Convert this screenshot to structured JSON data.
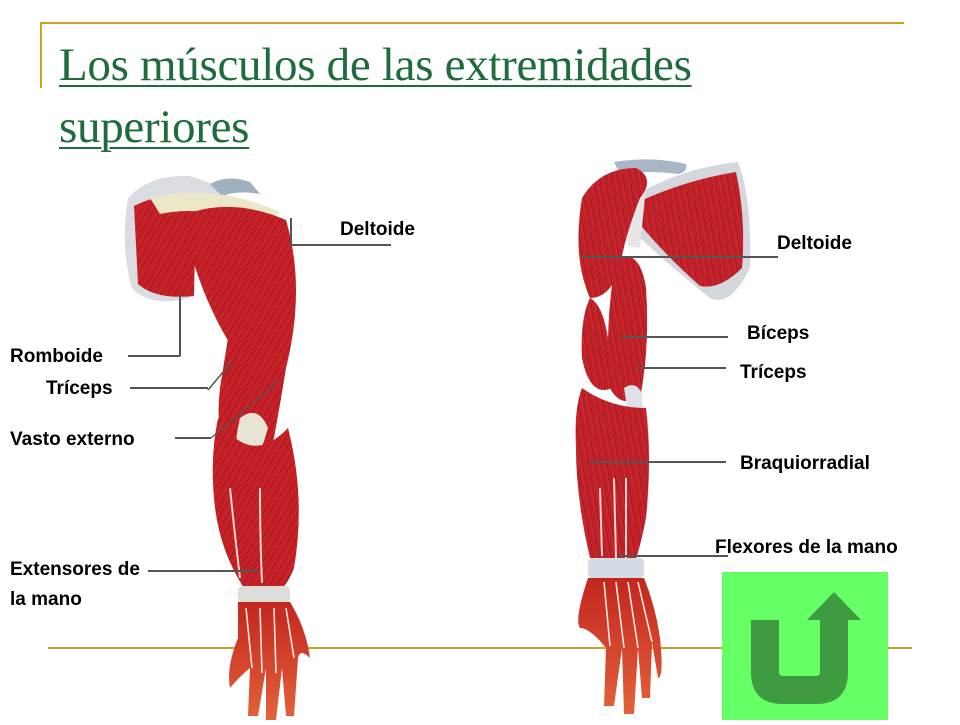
{
  "slide": {
    "title": "Los músculos de las extremidades superiores",
    "accent_color": "#c9a227",
    "title_color": "#1e6b3c"
  },
  "left_arm": {
    "view": "posterior",
    "labels": {
      "deltoide": "Deltoide",
      "romboide": "Romboide",
      "triceps": "Tríceps",
      "vasto_externo": "Vasto externo",
      "extensores_line1": "Extensores de",
      "extensores_line2": "la mano"
    }
  },
  "right_arm": {
    "view": "anterior",
    "labels": {
      "deltoide": "Deltoide",
      "biceps": "Bíceps",
      "triceps": "Tríceps",
      "braquiorradial": "Braquiorradial",
      "flexores": "Flexores de la mano"
    }
  },
  "navigation": {
    "return_button": {
      "icon": "u-turn-arrow-icon",
      "background": "#66ff66",
      "icon_color": "#3f9b3f"
    }
  }
}
